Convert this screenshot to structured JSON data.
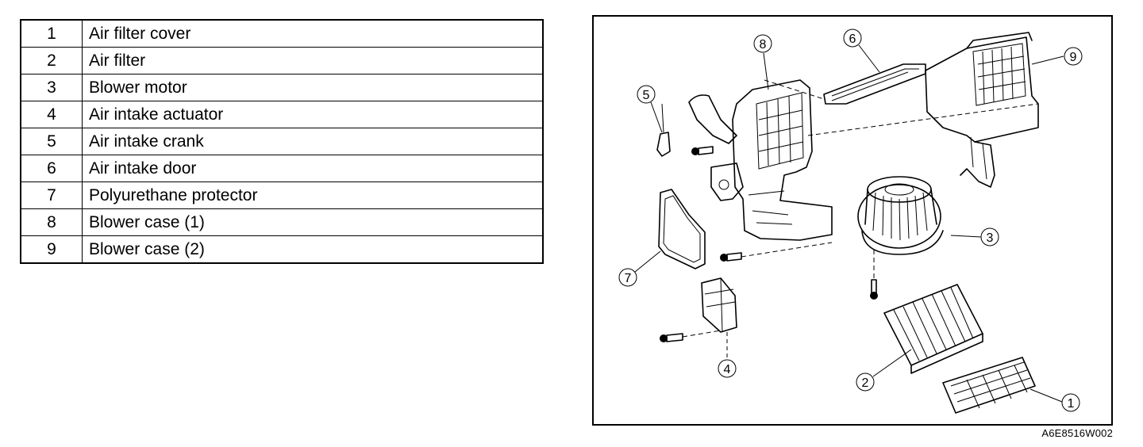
{
  "parts_table": {
    "rows": [
      {
        "number": "1",
        "name": "Air filter cover"
      },
      {
        "number": "2",
        "name": "Air filter"
      },
      {
        "number": "3",
        "name": "Blower motor"
      },
      {
        "number": "4",
        "name": "Air intake actuator"
      },
      {
        "number": "5",
        "name": "Air intake crank"
      },
      {
        "number": "6",
        "name": "Air intake door"
      },
      {
        "number": "7",
        "name": "Polyurethane protector"
      },
      {
        "number": "8",
        "name": "Blower case (1)"
      },
      {
        "number": "9",
        "name": "Blower case (2)"
      }
    ]
  },
  "diagram": {
    "callouts": [
      "1",
      "2",
      "3",
      "4",
      "5",
      "6",
      "7",
      "8",
      "9"
    ],
    "figure_code": "A6E8516W002"
  }
}
